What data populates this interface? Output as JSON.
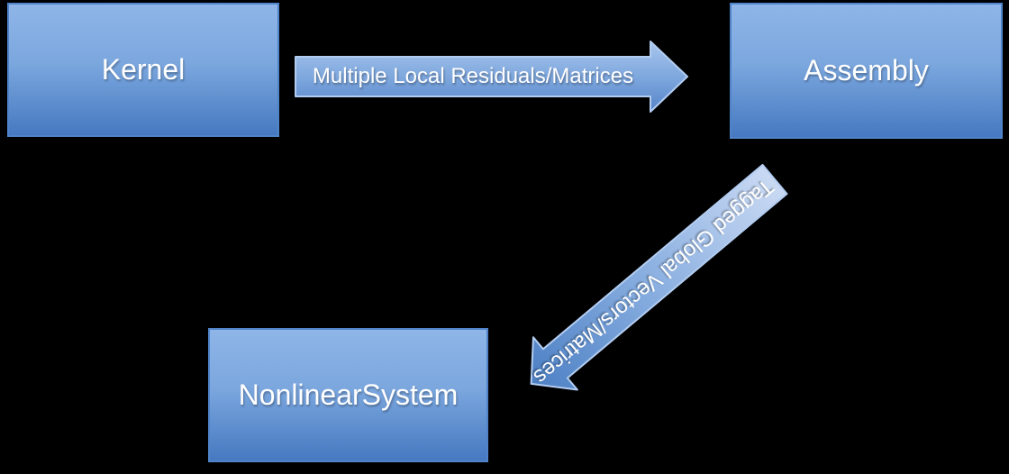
{
  "diagram": {
    "background": "#000000",
    "nodes": [
      {
        "id": "kernel",
        "label": "Kernel"
      },
      {
        "id": "assembly",
        "label": "Assembly"
      },
      {
        "id": "nonlinear-system",
        "label": "NonlinearSystem"
      }
    ],
    "edges": [
      {
        "id": "kernel-to-assembly",
        "from": "kernel",
        "to": "assembly",
        "label": "Multiple Local Residuals/Matrices",
        "direction": "right"
      },
      {
        "id": "assembly-to-nonlinear-system",
        "from": "assembly",
        "to": "nonlinear-system",
        "label": "Tagged Global Vectors/Matrices",
        "direction": "down-left"
      }
    ],
    "colors": {
      "node_fill_top": "#8FB5E8",
      "node_fill_bottom": "#4679C1",
      "node_border": "#5083C8",
      "arrow_fill_light": "#A9C6EE",
      "arrow_fill_dark": "#5584C8",
      "arrow_border": "#B3CDF2",
      "text": "#FFFFFF"
    }
  }
}
